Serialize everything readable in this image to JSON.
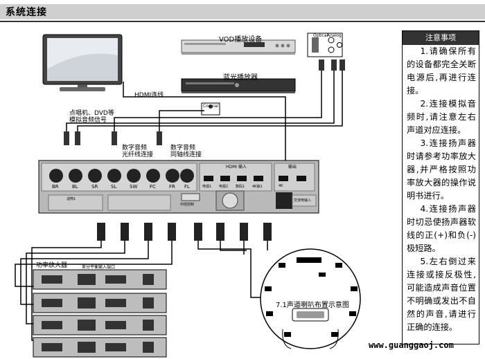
{
  "header": {
    "title": "系统连接"
  },
  "devices": {
    "vod_player": "VOD播放设备",
    "bluray_player": "蓝光播放器",
    "hdmi_line": "HDMI连线",
    "analog_source": "点唱机、DVD等",
    "analog_source_2": "模拟音频信号",
    "optical_conn": "数字音频",
    "optical_conn_2": "光纤线连接",
    "coax_conn": "数字音频",
    "coax_conn_2": "同轴线连接",
    "optical_jack": "Optical",
    "analog_jack": "Analog",
    "coaxial_jack": "Coaxial"
  },
  "rear_panel": {
    "channels": [
      "BR",
      "BL",
      "SR",
      "SL",
      "SW",
      "FC",
      "FR",
      "FL"
    ],
    "hdmi_group": "HDMI 输入",
    "out_group": "输出",
    "hdmi_ports": [
      "电视1",
      "电视2",
      "数码1",
      "4K输1",
      "4K"
    ],
    "mic_group": "话筒1",
    "remote": "中控控制",
    "power": "交流电输入"
  },
  "amplifier": {
    "title": "功率放大器",
    "balanced_input": "差分平衡输入端口"
  },
  "layout_71": {
    "caption": "7.1声道喇叭布置示意图"
  },
  "notes": {
    "header": "注意事项",
    "items": [
      "1.请确保所有的设备都完全关断电源后,再进行连接。",
      "2.连接模拟音频时,请注意左右声道对应连接。",
      "3.连接扬声器时请参考功率放大器,并严格按照功率放大器的操作说明书进行。",
      "4.连接扬声器时切忌使扬声器软线的正(+)和负(-)极短路。",
      "5.左右倒过来连接或接反极性,可能造成声音位置不明确或发出不自然的声音,请进行正确的连接。"
    ]
  },
  "watermark": "www.guanggaoj.com"
}
